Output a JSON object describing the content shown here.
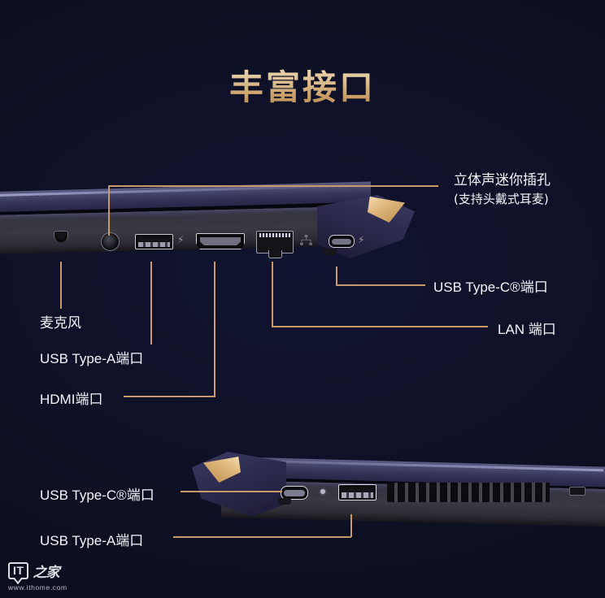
{
  "page": {
    "title": "丰富接口",
    "background_color": "#0d0f22",
    "accent_color": "#c89a6a",
    "title_gradient_from": "#f2dcb8",
    "title_gradient_to": "#b08a52"
  },
  "top_device": {
    "labels": {
      "mic": "麦克风",
      "usb_a": "USB Type-A端口",
      "hdmi": "HDMI端口",
      "headphone_jack": "立体声迷你插孔",
      "headphone_jack_sub": "(支持头戴式耳麦)",
      "usb_c": "USB Type-C®端口",
      "lan": "LAN 端口"
    },
    "ports": [
      {
        "name": "microphone-port",
        "icon": "microphone-icon"
      },
      {
        "name": "audio-jack-port",
        "icon": "headphone-jack-icon"
      },
      {
        "name": "usb-a-port",
        "icon": "usb-a-icon"
      },
      {
        "name": "hdmi-port",
        "icon": "hdmi-icon"
      },
      {
        "name": "lan-port",
        "icon": "ethernet-icon"
      },
      {
        "name": "usb-c-port",
        "icon": "usb-c-icon"
      }
    ]
  },
  "bottom_device": {
    "labels": {
      "usb_c": "USB Type-C®端口",
      "usb_a": "USB Type-A端口"
    },
    "ports": [
      {
        "name": "usb-c-port",
        "icon": "usb-c-icon"
      },
      {
        "name": "power-led",
        "icon": "led-indicator-icon"
      },
      {
        "name": "usb-a-port",
        "icon": "usb-a-icon"
      },
      {
        "name": "vent-grille",
        "icon": "vent-icon"
      },
      {
        "name": "kensington-lock",
        "icon": "lock-slot-icon"
      }
    ]
  },
  "watermark": {
    "logo_text": "IT",
    "logo_suffix": "之家",
    "url": "www.ithome.com"
  }
}
